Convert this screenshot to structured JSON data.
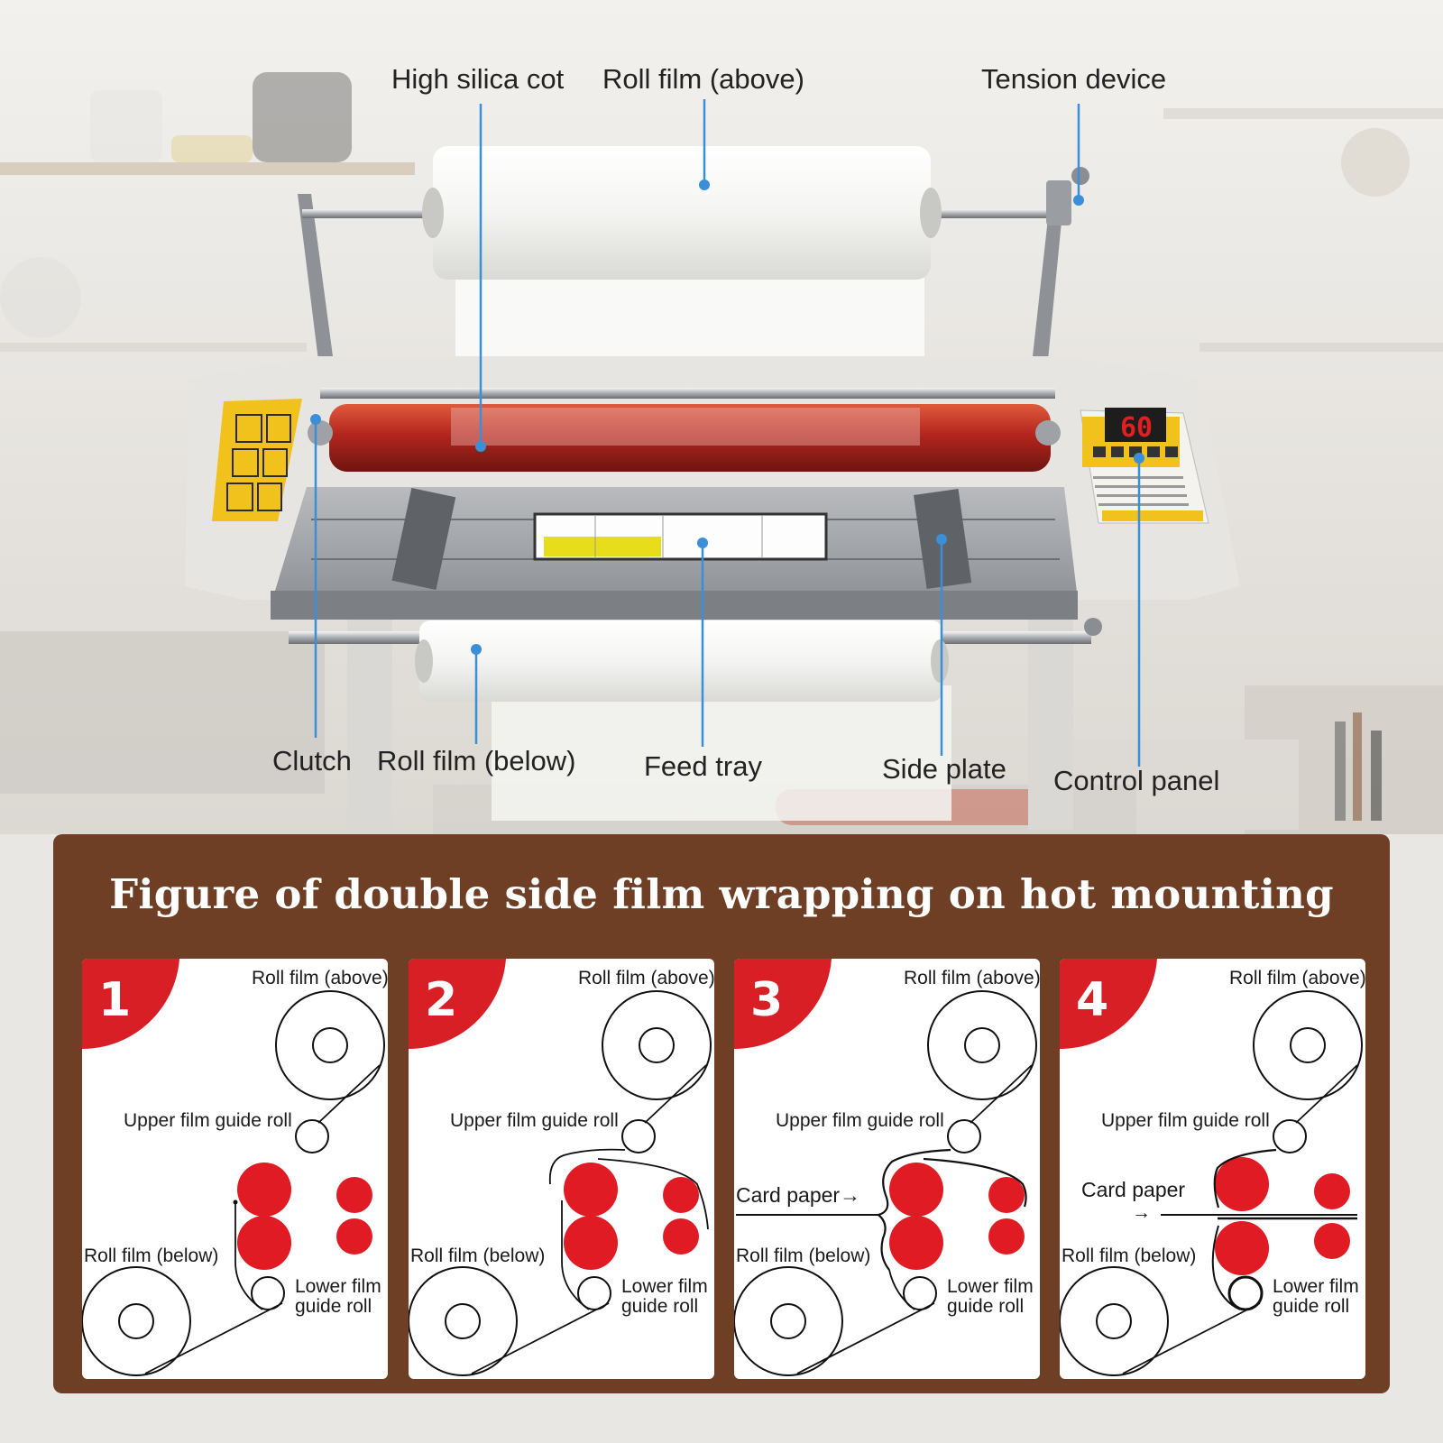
{
  "callouts": {
    "high_silica_cot": "High silica cot",
    "roll_film_above": "Roll film (above)",
    "tension_device": "Tension device",
    "clutch": "Clutch",
    "roll_film_below": "Roll film (below)",
    "feed_tray": "Feed tray",
    "side_plate": "Side plate",
    "control_panel": "Control panel"
  },
  "display_value": "60",
  "panel": {
    "title": "Figure of double side film wrapping on hot mounting",
    "steps": [
      {
        "number": "1",
        "roll_above": "Roll film (above)",
        "upper_guide": "Upper film guide roll",
        "roll_below": "Roll film (below)",
        "lower_guide_1": "Lower film",
        "lower_guide_2": "guide roll",
        "card_paper": ""
      },
      {
        "number": "2",
        "roll_above": "Roll film (above)",
        "upper_guide": "Upper film guide roll",
        "roll_below": "Roll film (below)",
        "lower_guide_1": "Lower film",
        "lower_guide_2": "guide roll",
        "card_paper": ""
      },
      {
        "number": "3",
        "roll_above": "Roll film (above)",
        "upper_guide": "Upper film guide roll",
        "roll_below": "Roll film (below)",
        "lower_guide_1": "Lower film",
        "lower_guide_2": "guide roll",
        "card_paper": "Card paper→"
      },
      {
        "number": "4",
        "roll_above": "Roll film (above)",
        "upper_guide": "Upper film guide roll",
        "roll_below": "Roll film (below)",
        "lower_guide_1": "Lower film",
        "lower_guide_2": "guide roll",
        "card_paper": "Card paper",
        "card_arrow": "→"
      }
    ]
  },
  "colors": {
    "panel_brown": "#6e3f24",
    "badge_red": "#d91f26",
    "roller_red": "#e01b24",
    "callout_blue": "#3a8fd8",
    "heated_roller": "#b3261e"
  }
}
